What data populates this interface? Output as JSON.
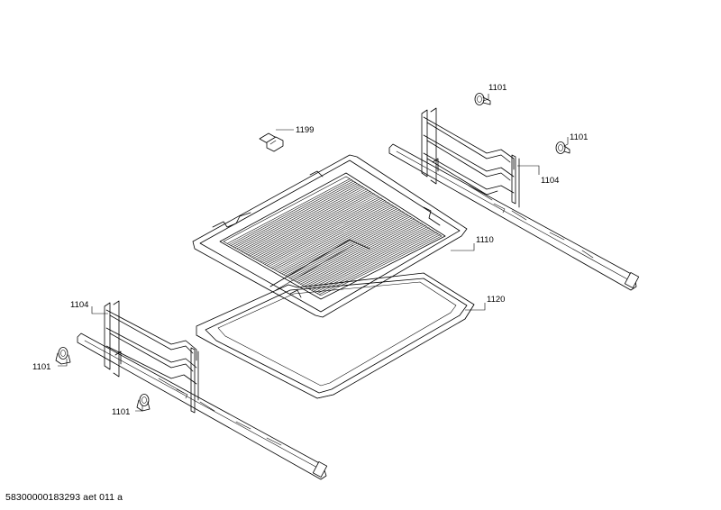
{
  "labels": {
    "shelf_support_screw_top": "1101",
    "shelf_support_screw_right": "1101",
    "rail_clip": "1199",
    "right_shelf_support": "1104",
    "wire_rack": "1110",
    "baking_tray": "1120",
    "left_shelf_support": "1104",
    "shelf_support_screw_left": "1101",
    "shelf_support_screw_bottom": "1101"
  },
  "footer": {
    "code": "58300000183293 aet 011 a"
  }
}
